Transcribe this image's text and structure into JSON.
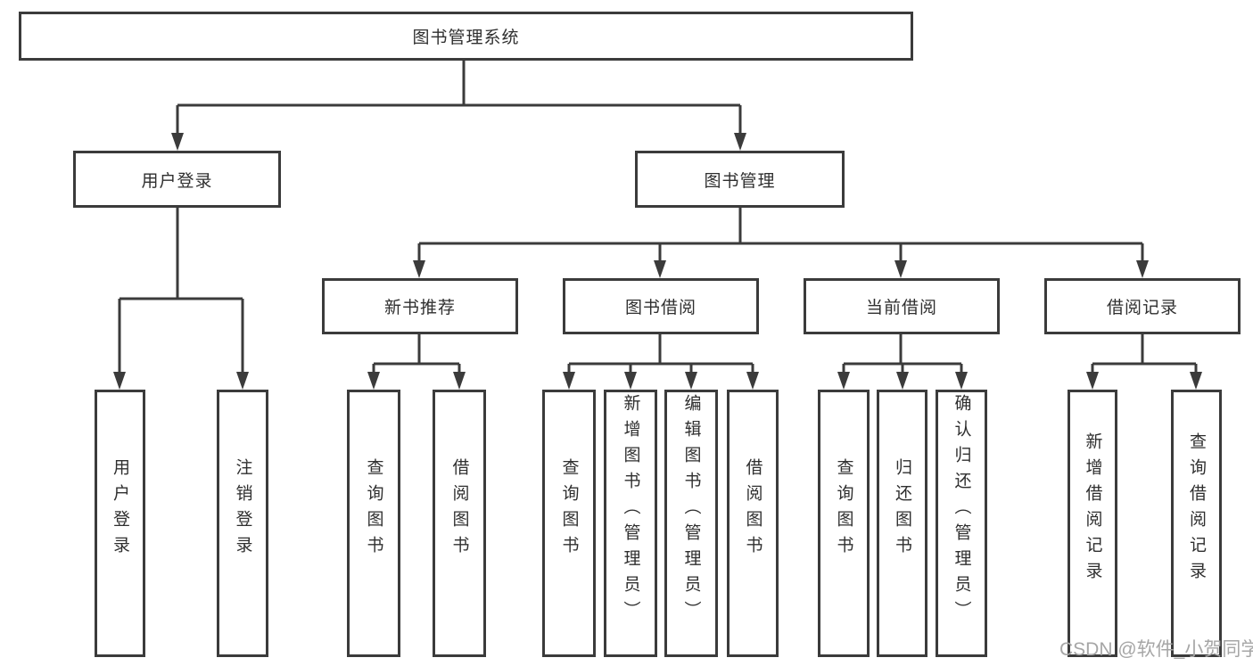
{
  "diagram": {
    "title": "图书管理系统",
    "colors": {
      "line": "#3b3b3b",
      "box_border": "#3b3b3b",
      "text": "#2f2f2f",
      "background": "#ffffff",
      "watermark": "#a6a6a6"
    },
    "nodes": {
      "root": "图书管理系统",
      "level1": [
        "用户登录",
        "图书管理"
      ],
      "level2": [
        "新书推荐",
        "图书借阅",
        "当前借阅",
        "借阅记录"
      ],
      "leaves": [
        "用户登录",
        "注销登录",
        "查询图书",
        "借阅图书",
        "查询图书",
        "新增图书（管理员）",
        "编辑图书（管理员）",
        "借阅图书",
        "查询图书",
        "归还图书",
        "确认归还（管理员）",
        "新增借阅记录",
        "查询借阅记录"
      ]
    },
    "structure": {
      "图书管理系统": [
        "用户登录",
        "图书管理"
      ],
      "用户登录": [
        "用户登录",
        "注销登录"
      ],
      "图书管理": [
        "新书推荐",
        "图书借阅",
        "当前借阅",
        "借阅记录"
      ],
      "新书推荐": [
        "查询图书",
        "借阅图书"
      ],
      "图书借阅": [
        "查询图书",
        "新增图书（管理员）",
        "编辑图书（管理员）",
        "借阅图书"
      ],
      "当前借阅": [
        "查询图书",
        "归还图书",
        "确认归还（管理员）"
      ],
      "借阅记录": [
        "新增借阅记录",
        "查询借阅记录"
      ]
    }
  },
  "watermark": {
    "text": "CSDN @软件_小贺同学"
  }
}
